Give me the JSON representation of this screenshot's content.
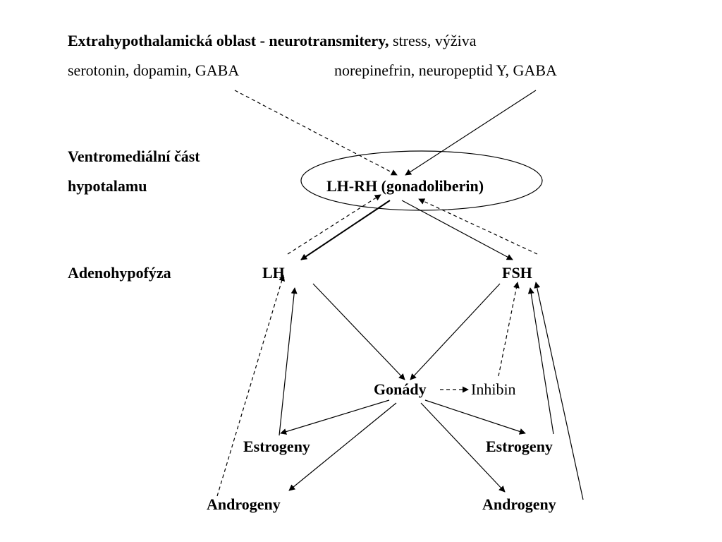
{
  "header": {
    "line1_bold": "Extrahypothalamická oblast  - neurotransmitery,",
    "line1_regular": " stress, výživa",
    "line2_left": "serotonin, dopamin, GABA",
    "line2_right": "norepinefrin, neuropeptid Y, GABA"
  },
  "hypothalamus": {
    "label_line1": "Ventromediální část",
    "label_line2": "hypotalamu",
    "hormone": "LH-RH (gonadoliberin)"
  },
  "adenohypophysis": {
    "label": "Adenohypofýza",
    "lh": "LH",
    "fsh": "FSH"
  },
  "gonads": {
    "label": "Gonády",
    "inhibin": "Inhibin"
  },
  "products": {
    "estrogens_left": "Estrogeny",
    "estrogens_right": "Estrogeny",
    "androgens_left": "Androgeny",
    "androgens_right": "Androgeny"
  },
  "colors": {
    "text": "#000000",
    "background": "#ffffff"
  }
}
